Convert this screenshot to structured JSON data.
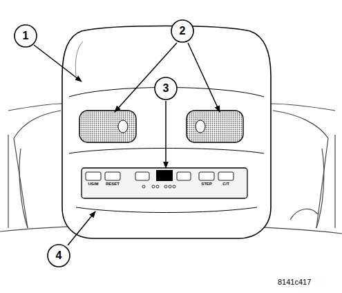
{
  "diagram": {
    "nodes": [
      {
        "text": [
          "1"
        ]
      },
      {
        "text": [
          "2"
        ]
      },
      {
        "text": [
          "3"
        ]
      },
      {
        "text": [
          "4"
        ]
      }
    ],
    "labels": [
      "US/M",
      "RESET",
      "STEP",
      "C/T",
      "8141c417"
    ]
  }
}
